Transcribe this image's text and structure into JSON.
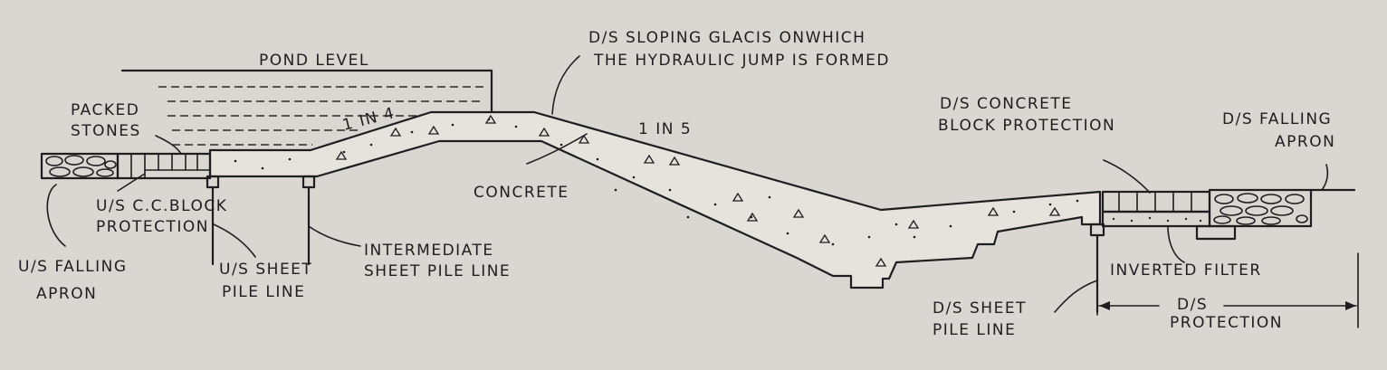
{
  "labels": {
    "pond_level": "POND LEVEL",
    "ds_glacis_line1": "D/S SLOPING GLACIS ONWHICH",
    "ds_glacis_line2": "THE HYDRAULIC JUMP IS FORMED",
    "packed_stones_line1": "PACKED",
    "packed_stones_line2": "STONES",
    "slope_us": "1 IN 4",
    "slope_ds": "1 IN 5",
    "concrete": "CONCRETE",
    "us_cc_block_line1": "U/S C.C.BLOCK",
    "us_cc_block_line2": "PROTECTION",
    "us_falling_apron_line1": "U/S FALLING",
    "us_falling_apron_line2": "APRON",
    "intermediate_pile_line1": "INTERMEDIATE",
    "intermediate_pile_line2": "SHEET PILE LINE",
    "us_sheet_pile_line1": "U/S SHEET",
    "us_sheet_pile_line2": "PILE LINE",
    "ds_concrete_block_line1": "D/S CONCRETE",
    "ds_concrete_block_line2": "BLOCK PROTECTION",
    "ds_falling_apron_line1": "D/S FALLING",
    "ds_falling_apron_line2": "APRON",
    "inverted_filter": "INVERTED FILTER",
    "ds_sheet_pile_line1": "D/S SHEET",
    "ds_sheet_pile_line2": "PILE LINE",
    "ds_protection_line1": "D/S",
    "ds_protection_line2": "PROTECTION"
  },
  "colors": {
    "paper": "#d9d7d2",
    "ink": "#1e1e1e",
    "concrete_fill": "#e6e3dc"
  }
}
